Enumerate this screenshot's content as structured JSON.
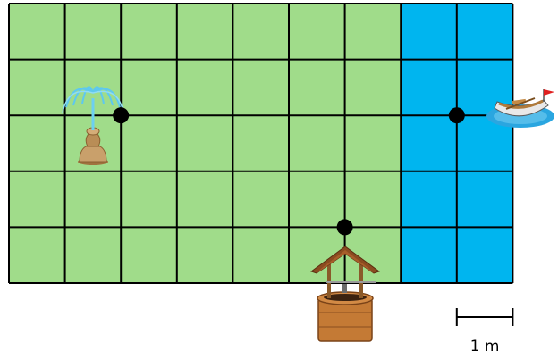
{
  "grid": {
    "columns": 9,
    "rows": 5,
    "water_start_column": 7,
    "land_color": "#a0dc8a",
    "water_color": "#00b5ef",
    "line_color": "#000000"
  },
  "points": [
    {
      "name": "fountain-point",
      "col": 2,
      "row": 2
    },
    {
      "name": "boat-point",
      "col": 8,
      "row": 2
    },
    {
      "name": "well-point",
      "col": 6,
      "row": 4
    }
  ],
  "landmarks": [
    {
      "name": "fountain-icon"
    },
    {
      "name": "rowboat-icon"
    },
    {
      "name": "wishing-well-icon"
    }
  ],
  "scale_bar": {
    "label": "1 m",
    "length_cells": 1
  }
}
